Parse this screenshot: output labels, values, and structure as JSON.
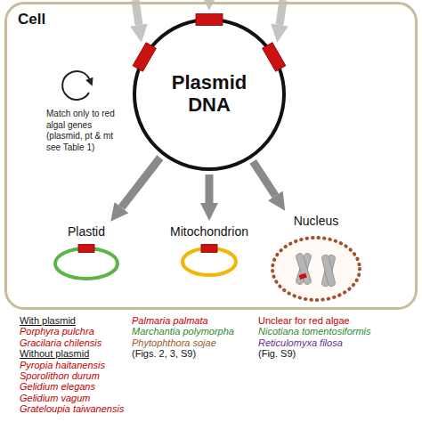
{
  "diagram": {
    "nodes": [
      {
        "text": [
          "Cell"
        ]
      },
      {
        "text": [
          "Plasmid DNA"
        ],
        "in": 0
      },
      {
        "text": [
          "Plastid"
        ],
        "in": 0
      },
      {
        "text": [
          "Mitochondrion"
        ],
        "in": 0
      },
      {
        "text": [
          "Nucleus"
        ],
        "in": 0
      }
    ],
    "edges": [
      {
        "from": 1,
        "to": 2,
        "arrow": "to"
      },
      {
        "from": 1,
        "to": 3,
        "arrow": "to"
      },
      {
        "from": 1,
        "to": 4,
        "arrow": "to"
      }
    ],
    "labels": [
      "Match only to red algal genes (plasmid, pt & mt see Table 1)",
      "With plasmid",
      "Porphyra pulchra",
      "Gracilaria chilensis",
      "Without plasmid",
      "Pyropia haitanensis",
      "Sporolithon durum",
      "Gelidium elegans",
      "Gelidium vagum",
      "Grateloupia taiwanensis",
      "Palmaria palmata",
      "Marchantia polymorpha",
      "Phytophthora sojae",
      "(Figs. 2, 3, S9)",
      "Unclear for red algae",
      "Nicotiana tomentosiformis",
      "Reticulomyxa filosa",
      "(Fig. S9)"
    ]
  }
}
